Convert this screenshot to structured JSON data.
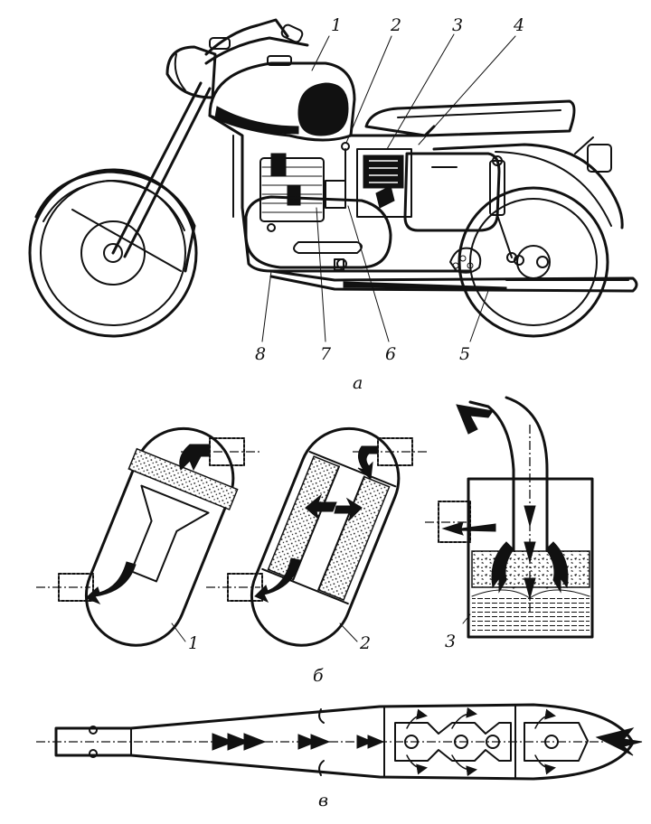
{
  "figure": {
    "part_a": {
      "panel_label": "а",
      "callouts": [
        "1",
        "2",
        "3",
        "4",
        "5",
        "6",
        "7",
        "8"
      ]
    },
    "part_b": {
      "panel_label": "б",
      "callouts": [
        "1",
        "2",
        "3"
      ]
    },
    "part_v": {
      "panel_label": "в"
    }
  }
}
